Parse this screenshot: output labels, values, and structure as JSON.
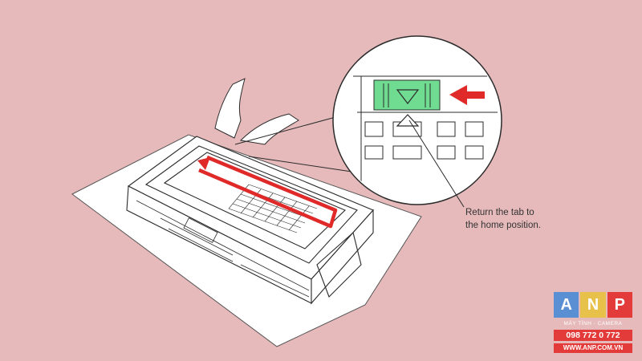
{
  "annotation": {
    "line1": "Return the tab to",
    "line2": "the home position."
  },
  "logo": {
    "letters": [
      "A",
      "N",
      "P"
    ],
    "letter_colors": [
      "#5b8fd4",
      "#e8c14a",
      "#e23b39"
    ],
    "tagline": "MÁY TÍNH - CAMERA",
    "phone": "098 772 0 772",
    "website": "WWW.ANP.COM.VN"
  },
  "colors": {
    "background": "#e6babb",
    "highlight_tab": "#6fdc92",
    "arrow": "#e02a2a",
    "line_art": "#2b2b2b"
  },
  "icons": [
    "hand-icon",
    "direction-arrow-icon",
    "home-position-marker-icon"
  ]
}
